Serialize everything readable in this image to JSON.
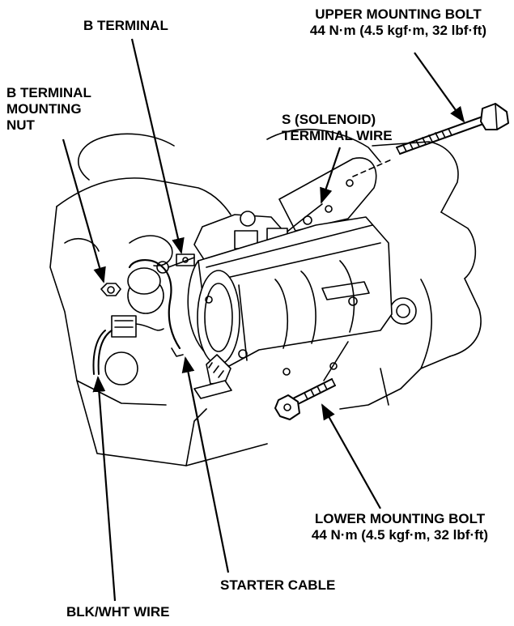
{
  "colors": {
    "ink": "#000000",
    "paper": "#ffffff",
    "fill_light": "#f2f2f2"
  },
  "labels": {
    "b_terminal": "B TERMINAL",
    "b_terminal_nut": [
      "B TERMINAL",
      "MOUNTING",
      "NUT"
    ],
    "upper_bolt": [
      "UPPER MOUNTING BOLT",
      "44 N·m (4.5 kgf·m, 32 lbf·ft)"
    ],
    "s_terminal": [
      "S (SOLENOID)",
      "TERMINAL WIRE"
    ],
    "lower_bolt": [
      "LOWER MOUNTING BOLT",
      "44 N·m (4.5 kgf·m, 32 lbf·ft)"
    ],
    "starter_cable": "STARTER CABLE",
    "blk_wht_wire": "BLK/WHT WIRE"
  }
}
